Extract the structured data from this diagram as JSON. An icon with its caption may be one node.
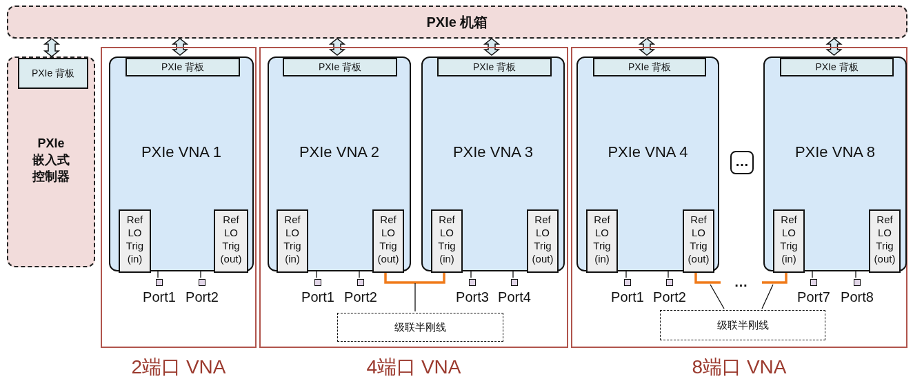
{
  "diagram": {
    "nodes": [
      {
        "text": [
          "PXIe 机箱"
        ]
      },
      {
        "text": [
          "PXIe 嵌入式控制器"
        ]
      },
      {
        "text": [
          "PXIe 背板"
        ],
        "in": 1
      },
      {
        "text": [
          "2端口 VNA"
        ]
      },
      {
        "text": [
          "PXIe VNA 1"
        ],
        "in": 3
      },
      {
        "text": [
          "PXIe 背板"
        ],
        "in": 4
      },
      {
        "text": [
          "Ref LO Trig (in)"
        ],
        "in": 4
      },
      {
        "text": [
          "Ref LO Trig (out)"
        ],
        "in": 4
      },
      {
        "text": [
          "Port1"
        ],
        "in": 3
      },
      {
        "text": [
          "Port2"
        ],
        "in": 3
      },
      {
        "text": [
          "4端口 VNA"
        ]
      },
      {
        "text": [
          "PXIe VNA 2"
        ],
        "in": 10
      },
      {
        "text": [
          "PXIe 背板"
        ],
        "in": 11
      },
      {
        "text": [
          "Ref LO Trig (in)"
        ],
        "in": 11
      },
      {
        "text": [
          "Ref LO Trig (out)"
        ],
        "in": 11
      },
      {
        "text": [
          "Port1"
        ],
        "in": 10
      },
      {
        "text": [
          "Port2"
        ],
        "in": 10
      },
      {
        "text": [
          "PXIe VNA 3"
        ],
        "in": 10
      },
      {
        "text": [
          "PXIe 背板"
        ],
        "in": 17
      },
      {
        "text": [
          "Ref LO Trig (in)"
        ],
        "in": 17
      },
      {
        "text": [
          "Ref LO Trig (out)"
        ],
        "in": 17
      },
      {
        "text": [
          "Port3"
        ],
        "in": 10
      },
      {
        "text": [
          "Port4"
        ],
        "in": 10
      },
      {
        "text": [
          "级联半刚线"
        ],
        "in": 10
      },
      {
        "text": [
          "8端口 VNA"
        ]
      },
      {
        "text": [
          "PXIe VNA 4"
        ],
        "in": 24
      },
      {
        "text": [
          "PXIe 背板"
        ],
        "in": 25
      },
      {
        "text": [
          "Ref LO Trig (in)"
        ],
        "in": 25
      },
      {
        "text": [
          "Ref LO Trig (out)"
        ],
        "in": 25
      },
      {
        "text": [
          "Port1"
        ],
        "in": 24
      },
      {
        "text": [
          "Port2"
        ],
        "in": 24
      },
      {
        "text": [
          "…"
        ],
        "in": 24
      },
      {
        "text": [
          "PXIe VNA 8"
        ],
        "in": 24
      },
      {
        "text": [
          "PXIe 背板"
        ],
        "in": 32
      },
      {
        "text": [
          "Ref LO Trig (in)"
        ],
        "in": 32
      },
      {
        "text": [
          "Ref LO Trig (out)"
        ],
        "in": 32
      },
      {
        "text": [
          "Port7"
        ],
        "in": 24
      },
      {
        "text": [
          "Port8"
        ],
        "in": 24
      },
      {
        "text": [
          "级联半刚线"
        ],
        "in": 24
      }
    ],
    "edges": [
      {
        "from": 0,
        "to": 2,
        "arrow": "both"
      },
      {
        "from": 0,
        "to": 5,
        "arrow": "both"
      },
      {
        "from": 0,
        "to": 12,
        "arrow": "both"
      },
      {
        "from": 0,
        "to": 18,
        "arrow": "both"
      },
      {
        "from": 0,
        "to": 26,
        "arrow": "both"
      },
      {
        "from": 0,
        "to": 33,
        "arrow": "both"
      },
      {
        "from": 4,
        "to": 8,
        "arrow": "none"
      },
      {
        "from": 4,
        "to": 9,
        "arrow": "none"
      },
      {
        "from": 11,
        "to": 15,
        "arrow": "none"
      },
      {
        "from": 11,
        "to": 16,
        "arrow": "none"
      },
      {
        "from": 17,
        "to": 21,
        "arrow": "none"
      },
      {
        "from": 17,
        "to": 22,
        "arrow": "none"
      },
      {
        "from": 25,
        "to": 29,
        "arrow": "none"
      },
      {
        "from": 25,
        "to": 30,
        "arrow": "none"
      },
      {
        "from": 32,
        "to": 36,
        "arrow": "none"
      },
      {
        "from": 32,
        "to": 37,
        "arrow": "none"
      },
      {
        "from": 14,
        "to": 19,
        "arrow": "none",
        "style": "thick",
        "color": "#f07b1b"
      },
      {
        "from": 28,
        "to": 34,
        "arrow": "none",
        "style": "thick",
        "color": "#f07b1b",
        "label": "…"
      },
      {
        "from": 23,
        "to": null,
        "arrow": "none"
      },
      {
        "from": 38,
        "to": null,
        "arrow": "none"
      },
      {
        "from": 38,
        "to": null,
        "arrow": "none"
      }
    ]
  }
}
